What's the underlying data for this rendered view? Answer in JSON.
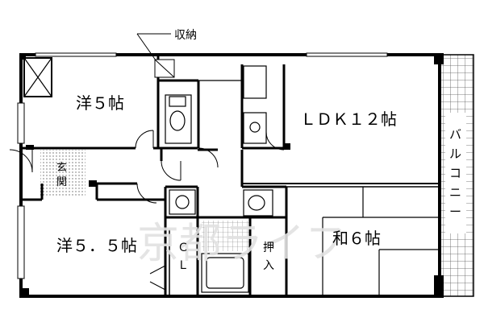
{
  "rooms": {
    "western_5": "洋５帖",
    "ldk_12": "ＬＤＫ１２帖",
    "western_5_5": "洋５．５帖",
    "japanese_6": "和６帖"
  },
  "labels": {
    "storage": "収納",
    "entrance_1": "玄",
    "entrance_2": "関",
    "closet_1": "Ｃ",
    "closet_2": "Ｌ",
    "oshiire_1": "押",
    "oshiire_2": "入",
    "balcony": [
      "バ",
      "ル",
      "コ",
      "ニ",
      "ー"
    ]
  },
  "watermark": "京都ライフ"
}
